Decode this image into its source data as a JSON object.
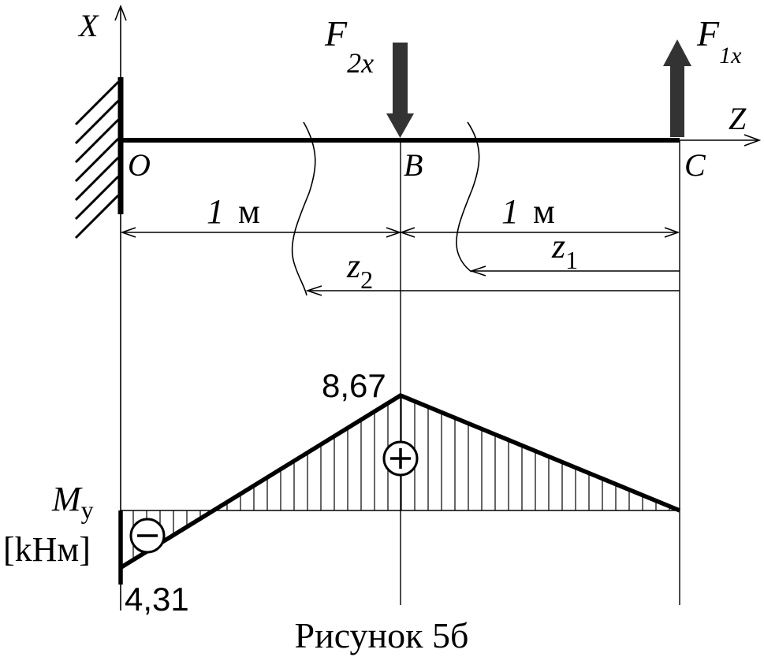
{
  "beam": {
    "axis_x_label": "X",
    "axis_z_label": "Z",
    "point_o_label": "O",
    "point_b_label": "B",
    "point_c_label": "C",
    "force_2": {
      "symbol": "F",
      "subscript": "2x"
    },
    "force_1": {
      "symbol": "F",
      "subscript": "1x"
    },
    "span_1": {
      "number": "1",
      "unit": "м"
    },
    "span_2": {
      "number": "1",
      "unit": "м"
    },
    "section_z1": {
      "symbol": "z",
      "subscript": "1"
    },
    "section_z2": {
      "symbol": "z",
      "subscript": "2"
    }
  },
  "moment_diagram": {
    "label_symbol": "M",
    "label_subscript": "y",
    "label_unit": "[kHм]",
    "value_b": "8,67",
    "value_o": "4,31",
    "positive_sign": "+",
    "negative_sign": "−",
    "values": {
      "O": -4.31,
      "B": 8.67,
      "C": 0
    }
  },
  "caption": "Рисунок 5б"
}
